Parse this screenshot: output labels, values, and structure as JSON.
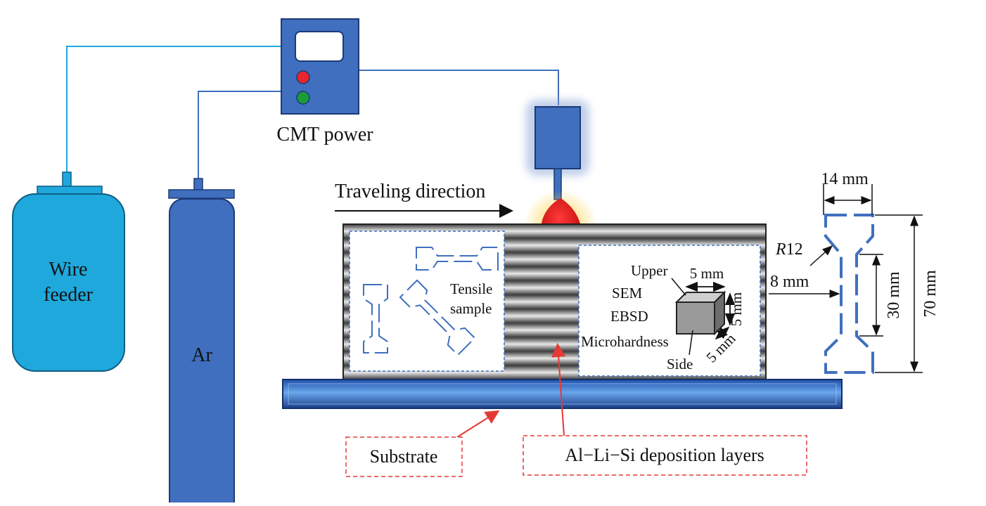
{
  "labels": {
    "wire_feeder_line1": "Wire",
    "wire_feeder_line2": "feeder",
    "argon": "Ar",
    "cmt_power": "CMT power",
    "traveling_direction": "Traveling direction",
    "tensile_line1": "Tensile",
    "tensile_line2": "sample",
    "upper": "Upper",
    "sem": "SEM",
    "ebsd": "EBSD",
    "microhardness": "Microhardness",
    "side": "Side",
    "cube_width": "5 mm",
    "cube_height": "5 mm",
    "cube_depth": "5 mm",
    "substrate": "Substrate",
    "deposition_layers": "Al−Li−Si deposition layers",
    "dim_width": "14 mm",
    "dim_radius_R": "R",
    "dim_radius_val": "12",
    "dim_gauge_width": "8 mm",
    "dim_gauge_length": "30 mm",
    "dim_total_length": "70 mm"
  },
  "colors": {
    "wire_feeder": "#1fa8dc",
    "argon": "#3f6fbe",
    "power_box": "#3f6fbe",
    "torch": "#3f6fbe",
    "substrate": "#2b5fb8",
    "callout_red": "#e53935",
    "indicator_red": "#e8262c",
    "indicator_green": "#1a9c3a",
    "specimen_dash": "#3f6fbe"
  }
}
